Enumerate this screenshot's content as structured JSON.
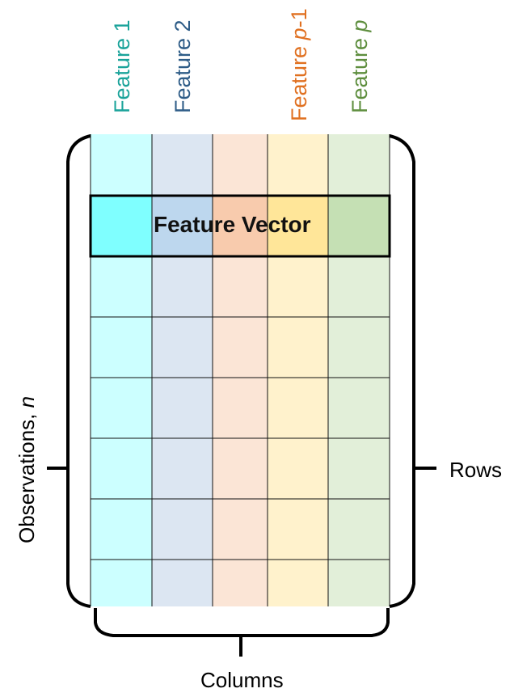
{
  "features": [
    {
      "prefix": "Feature 1",
      "italic": "",
      "suffix": "",
      "color": "#1aa39a"
    },
    {
      "prefix": "Feature 2",
      "italic": "",
      "suffix": "",
      "color": "#2e5c87"
    },
    {
      "prefix": "Feature ",
      "italic": "p",
      "suffix": "-1",
      "color": "#e07020"
    },
    {
      "prefix": "Feature ",
      "italic": "p",
      "suffix": "",
      "color": "#5e8e3e"
    }
  ],
  "column_colors": [
    "#ccffff",
    "#dce6f2",
    "#fbe5d6",
    "#fff2cc",
    "#e2efd9"
  ],
  "highlight_colors": [
    "#7fffff",
    "#bdd7ee",
    "#f8cbad",
    "#ffe699",
    "#c5e0b4"
  ],
  "feature_vector_label": "Feature Vector",
  "rows_label": "Rows",
  "columns_label": "Columns",
  "observations_label": {
    "prefix": "Observations, ",
    "italic": "n"
  }
}
